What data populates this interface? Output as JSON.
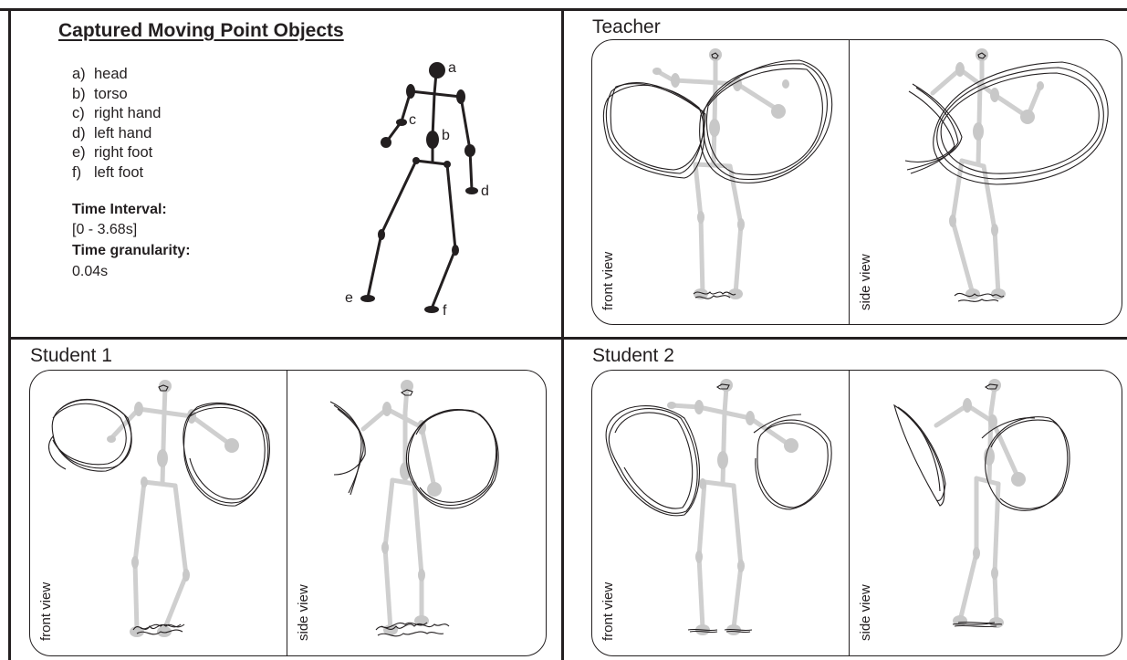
{
  "legend": {
    "title": "Captured Moving Point Objects",
    "parts": [
      {
        "letter": "a)",
        "label": "head"
      },
      {
        "letter": "b)",
        "label": "torso"
      },
      {
        "letter": "c)",
        "label": "right hand"
      },
      {
        "letter": "d)",
        "label": "left hand"
      },
      {
        "letter": "e)",
        "label": "right foot"
      },
      {
        "letter": "f)",
        "label": "left foot"
      }
    ],
    "time_interval_label": "Time Interval:",
    "time_interval_value": "[0 - 3.68s]",
    "time_granularity_label": "Time granularity:",
    "time_granularity_value": "0.04s",
    "skeleton_points": [
      "a",
      "b",
      "c",
      "d",
      "e",
      "f"
    ]
  },
  "quadrants": {
    "teacher": {
      "title": "Teacher",
      "front_label": "front view",
      "side_label": "side view"
    },
    "student1": {
      "title": "Student 1",
      "front_label": "front view",
      "side_label": "side view"
    },
    "student2": {
      "title": "Student 2",
      "front_label": "front view",
      "side_label": "side view"
    }
  },
  "colors": {
    "ink": "#231f20",
    "skeleton": "#c8c8c8",
    "background": "#ffffff"
  }
}
